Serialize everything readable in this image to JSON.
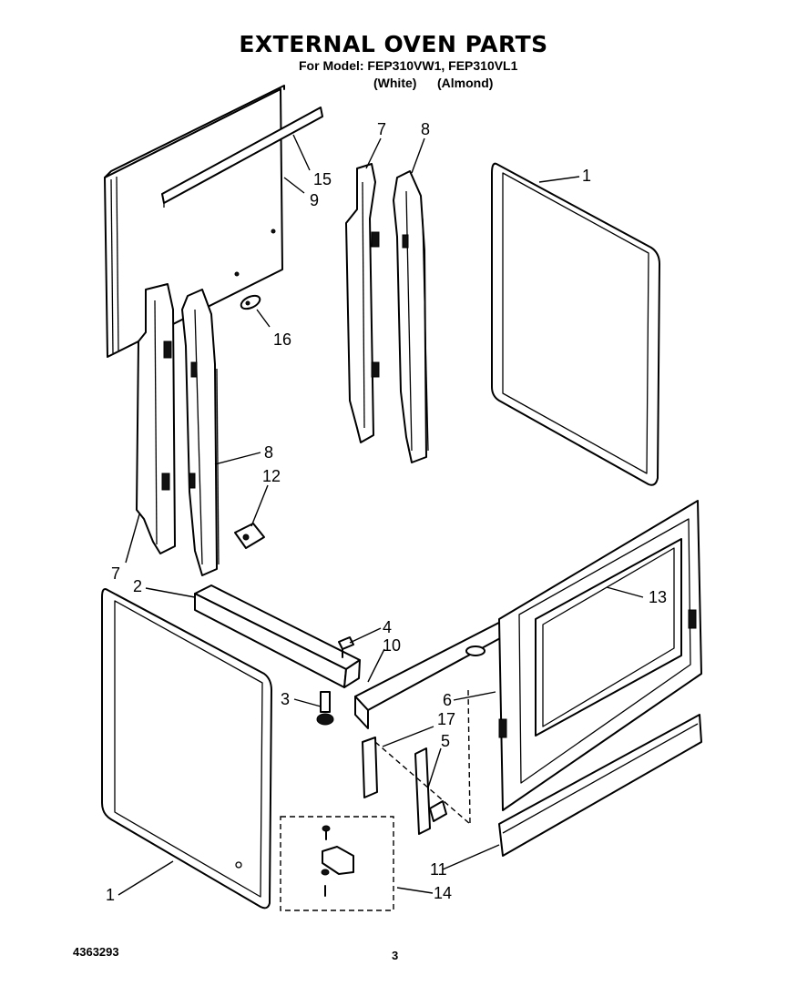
{
  "header": {
    "title": "EXTERNAL OVEN PARTS",
    "model_line": "For Model: FEP310VW1, FEP310VL1",
    "variant_white": "(White)",
    "variant_almond": "(Almond)"
  },
  "callouts": {
    "c15": "15",
    "c9": "9",
    "c7a": "7",
    "c8a": "8",
    "c1a": "1",
    "c16": "16",
    "c8b": "8",
    "c12": "12",
    "c7b": "7",
    "c2": "2",
    "c4": "4",
    "c10": "10",
    "c13": "13",
    "c3": "3",
    "c6": "6",
    "c17": "17",
    "c5": "5",
    "c1b": "1",
    "c14": "14",
    "c11": "11"
  },
  "footer": {
    "part_number": "4363293",
    "page_number": "3"
  }
}
